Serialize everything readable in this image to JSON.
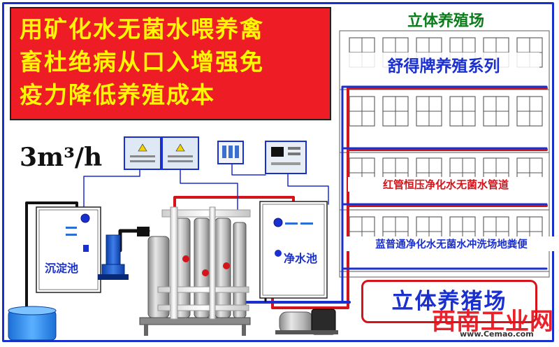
{
  "headline": {
    "lines": [
      "用矿化水无菌水喂养禽",
      "畜杜绝病从口入增强免",
      "疫力降低养殖成本"
    ],
    "bg_color": "#ee1c25",
    "text_color": "#fff700"
  },
  "capacity_label": "3m³/h",
  "farm": {
    "title": "立体养殖场",
    "brand_series": "舒得牌养殖系列",
    "red_pipe_label": "红管恒压净化水无菌水管道",
    "blue_pipe_label": "蓝普通净化水无菌水冲洗场地粪便"
  },
  "tanks": {
    "settling": "沉淀池",
    "clean": "净水池"
  },
  "pig_farm": "立体养猪场",
  "watermark": {
    "text": "西南工业网",
    "url": "www.Cemao.com"
  },
  "colors": {
    "frame_blue": "#1a2fd0",
    "pipe_red": "#d4141b",
    "pipe_blue": "#1a2fd0",
    "pipe_black": "#111111",
    "farm_green": "#0a7d1a"
  }
}
